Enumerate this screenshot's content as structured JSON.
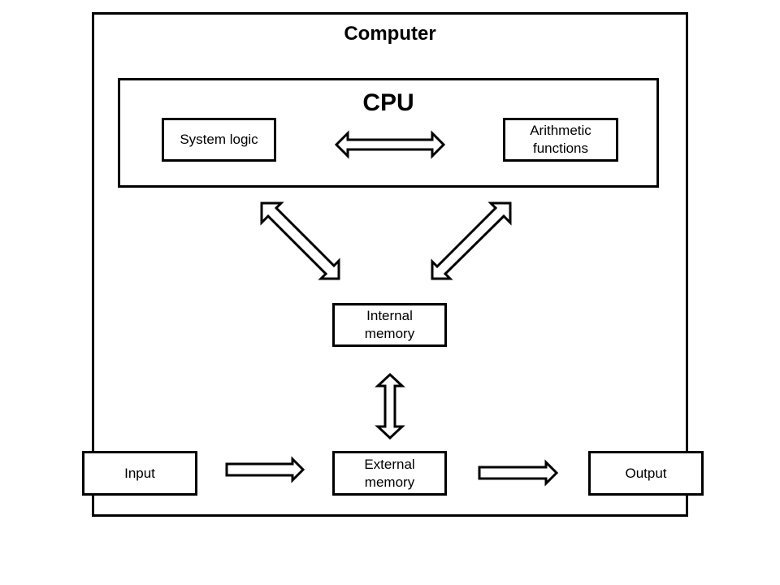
{
  "computer": {
    "title": "Computer"
  },
  "cpu": {
    "title": "CPU",
    "system_logic": "System logic",
    "arithmetic": "Arithmetic\nfunctions"
  },
  "internal_memory": "Internal\nmemory",
  "external_memory": "External\nmemory",
  "input": "Input",
  "output": "Output"
}
